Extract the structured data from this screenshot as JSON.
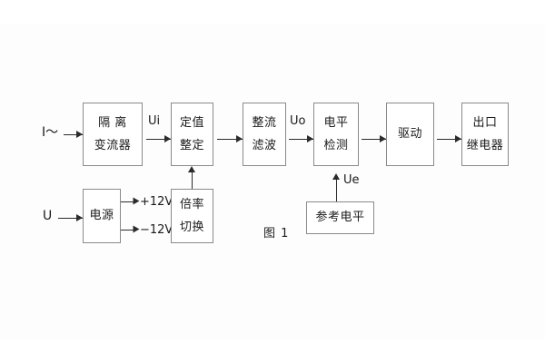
{
  "figure": {
    "caption": "图 1",
    "background_color": "#ffffff",
    "box_border_color": "#8a8a8a",
    "line_color": "#2b2b2b"
  },
  "signal_chain": {
    "input_label": "I～",
    "blocks": [
      {
        "id": "isolation-ct",
        "line1": "隔 离",
        "line2": "变流器"
      },
      {
        "id": "setting",
        "line1": "定值",
        "line2": "整定"
      },
      {
        "id": "rectify-filter",
        "line1": "整流",
        "line2": "滤波"
      },
      {
        "id": "level-detect",
        "line1": "电平",
        "line2": "检测"
      },
      {
        "id": "driver",
        "line1": "驱动",
        "line2": ""
      },
      {
        "id": "output-relay",
        "line1": "出口",
        "line2": "继电器"
      }
    ],
    "signal_labels": {
      "ui": "Ui",
      "uo": "Uo",
      "ue": "Ue"
    }
  },
  "power_chain": {
    "input_label": "U",
    "supply_block": {
      "id": "power-supply",
      "line1": "电源",
      "line2": ""
    },
    "rails": [
      {
        "id": "rail-pos",
        "label": "+12V"
      },
      {
        "id": "rail-neg",
        "label": "−12V"
      }
    ],
    "multiplier_block": {
      "id": "multiplier-switch",
      "line1": "倍率",
      "line2": "切换"
    }
  },
  "reference": {
    "block": {
      "id": "reference-level",
      "line1": "参考电平",
      "line2": ""
    }
  }
}
